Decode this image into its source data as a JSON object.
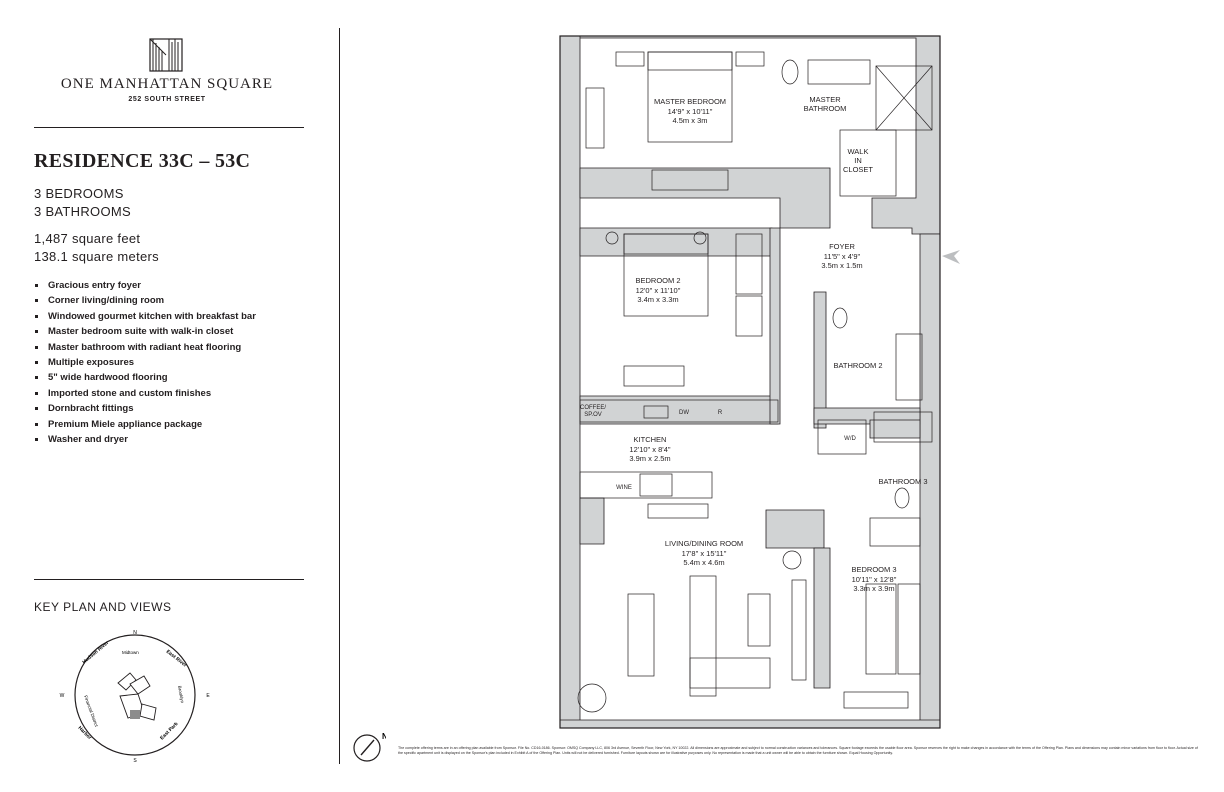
{
  "brand": {
    "name": "ONE MANHATTAN SQUARE",
    "address": "252 SOUTH STREET"
  },
  "residence": {
    "title": "RESIDENCE 33C – 53C",
    "bedrooms": "3 BEDROOMS",
    "bathrooms": "3 BATHROOMS",
    "square_feet": "1,487 square feet",
    "square_meters": "138.1 square meters"
  },
  "features": [
    "Gracious entry foyer",
    "Corner living/dining room",
    "Windowed gourmet kitchen with breakfast bar",
    "Master bedroom suite with walk-in closet",
    "Master bathroom with radiant heat flooring",
    "Multiple exposures",
    "5\" wide hardwood flooring",
    "Imported stone and custom finishes",
    "Dornbracht fittings",
    "Premium Miele appliance package",
    "Washer and dryer"
  ],
  "key_plan": {
    "heading": "KEY PLAN AND VIEWS",
    "compass": {
      "n": "N",
      "s": "S",
      "e": "E",
      "w": "W"
    },
    "views": {
      "hudson_river": "Hudson River",
      "east_river": "East River",
      "midtown": "Midtown",
      "financial_district": "Financial District",
      "brooklyn": "Brooklyn",
      "harbor": "Harbor",
      "east_park": "East Park"
    },
    "colors": {
      "highlight": "#8c8c8c",
      "building": "#ffffff"
    }
  },
  "floorplan": {
    "rooms": {
      "master_bedroom": {
        "name": "MASTER BEDROOM",
        "dim_ft": "14'9\" x 10'11\"",
        "dim_m": "4.5m x 3m"
      },
      "master_bathroom": {
        "line1": "MASTER",
        "line2": "BATHROOM"
      },
      "walk_in_closet": {
        "line1": "WALK",
        "line2": "IN",
        "line3": "CLOSET"
      },
      "foyer": {
        "name": "FOYER",
        "dim_ft": "11'5\" x 4'9\"",
        "dim_m": "3.5m x 1.5m"
      },
      "bedroom2": {
        "name": "BEDROOM 2",
        "dim_ft": "12'0\" x 11'10\"",
        "dim_m": "3.4m x 3.3m"
      },
      "bathroom2": {
        "name": "BATHROOM 2"
      },
      "kitchen": {
        "name": "KITCHEN",
        "dim_ft": "12'10\" x 8'4\"",
        "dim_m": "3.9m x 2.5m"
      },
      "bathroom3": {
        "name": "BATHROOM 3"
      },
      "living": {
        "name": "LIVING/DINING ROOM",
        "dim_ft": "17'8\" x 15'11\"",
        "dim_m": "5.4m x 4.6m"
      },
      "bedroom3": {
        "name": "BEDROOM 3",
        "dim_ft": "10'11\" x 12'8\"",
        "dim_m": "3.3m x 3.9m"
      }
    },
    "appliances": {
      "coffee_line1": "COFFEE/",
      "coffee_line2": "SP.OV",
      "dishwasher": "DW",
      "refrigerator": "R",
      "wine": "WINE",
      "washer_dryer": "W/D"
    },
    "colors": {
      "wall": "#d1d3d4",
      "line": "#231f20"
    }
  },
  "north_label": "N",
  "disclaimer": "The complete offering terms are in an offering plan available from Sponsor. File No. CD16-0186. Sponsor: OMSQ Company LLC, 806 3rd Avenue, Seventh Floor, New York, NY 10022. All dimensions are approximate and subject to normal construction variances and tolerances. Square footage exceeds the usable floor area. Sponsor reserves the right to make changes in accordance with the terms of the Offering Plan. Plans and dimensions may contain minor variations from floor to floor. Actual size of the specific apartment unit is displayed on the Sponsor's plan included in Exhibit A of the Offering Plan. Units will not be delivered furnished. Furniture layouts shown are for illustrative purposes only. No representation is made that a unit owner will be able to obtain the furniture shown. Equal Housing Opportunity."
}
